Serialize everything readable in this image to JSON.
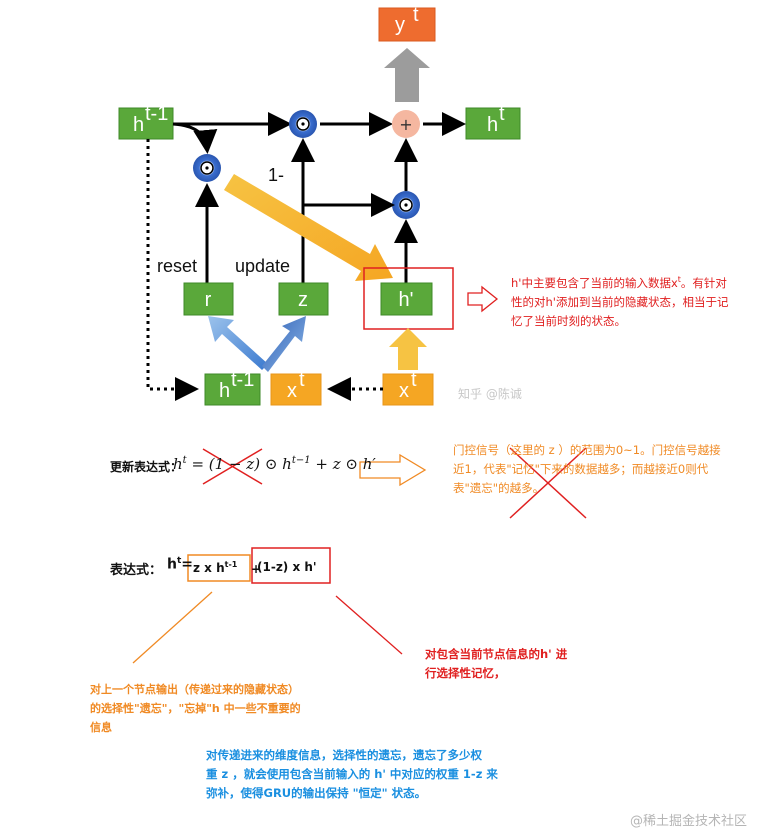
{
  "diagram": {
    "h_prev": "h",
    "h_prev_sup": "t-1",
    "h_out": "h",
    "h_out_sup": "t",
    "y_out": "y",
    "y_out_sup": "t",
    "r_label": "r",
    "z_label": "z",
    "hprime_label": "h'",
    "h_prev_bottom": "h",
    "h_prev_bottom_sup": "t-1",
    "x_mid": "x",
    "x_mid_sup": "t",
    "x_right": "x",
    "x_right_sup": "t",
    "reset": "reset",
    "update": "update",
    "one_minus": "1-",
    "odot": "⊙",
    "plus": "+",
    "watermark_zhihu": "知乎 @陈诚"
  },
  "notes": {
    "hprime_note": "h'中主要包含了当前的输入数据x t。有针对性的对h'添加到当前的隐藏状态，相当于记忆了当前时刻的状态。",
    "hprime_note_lines": [
      "h'中主要包含了当前的输入数据x",
      "性的对h'添加到当前的隐藏状态，相当于记",
      "忆了当前时刻的状态。"
    ],
    "hprime_note_sup": "t",
    "hprime_note_tail": "。有针对",
    "gate_note_lines": [
      "门控信号（这里的 z ）的范围为0~1。门控信号越接",
      "近1，代表\"记忆\"下来的数据越多；而越接近0则代",
      "表\"遗忘\"的越多。"
    ],
    "left_note_lines": [
      "对上一个节点输出（传递过来的隐藏状态）",
      "的选择性\"遗忘\"，\"忘掉\"h 中一些不重要的",
      "信息"
    ],
    "left_note_sup": "t",
    "right_note_lines": [
      "对包含当前节点信息的h' 进",
      "行选择性记忆，"
    ],
    "bottom_note_lines": [
      "对传递进来的维度信息，选择性的遗忘，遗忘了多少权",
      "重 z ，就会使用包含当前输入的 h' 中对应的权重 1-z 来",
      "弥补，使得GRU的输出保持 \"恒定\" 状态。"
    ]
  },
  "formulas": {
    "update_label": "更新表达式：",
    "update_expr": "h^t = (1 − z) ⊙ h^{t−1} + z ⊙ h'",
    "update_expr_parts": [
      "h",
      "t",
      " = (1 − z) ⊙ h",
      "t−1",
      " + z ⊙ h′"
    ],
    "expr_label": "表达式：",
    "expr_h": "h",
    "expr_h_sup": "t",
    "expr_eq": "=",
    "expr_part1": "z x h",
    "expr_part1_sup": "t-1",
    "expr_plus": "+",
    "expr_part2": "(1-z) x h'"
  },
  "footer": {
    "watermark": "@稀土掘金技术社区"
  },
  "colors": {
    "green": "#5aa83a",
    "orange_box": "#f5a623",
    "red_box": "#ee6c2f",
    "note_red": "#e02020",
    "note_orange": "#f08a24",
    "note_blue": "#1a8fe0",
    "node_blue": "#3b6fd1"
  }
}
